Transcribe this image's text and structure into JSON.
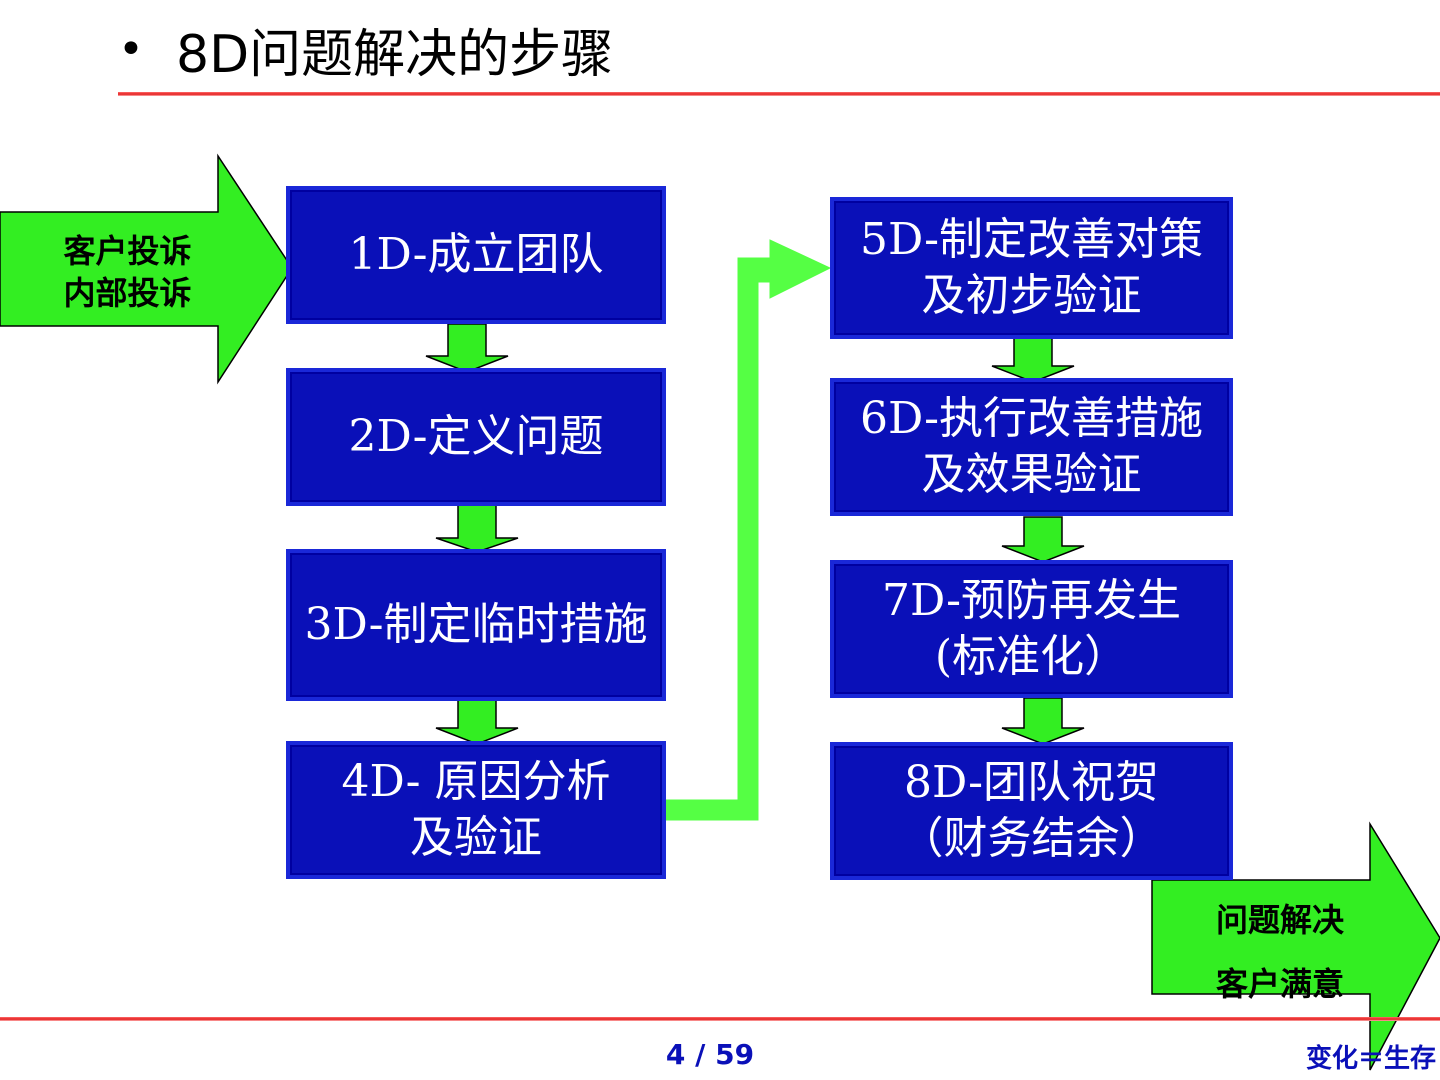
{
  "slide": {
    "title_bullet": "•",
    "title": "8D问题解决的步骤",
    "page_indicator": "4 / 59",
    "footer_right": "变化＝生存"
  },
  "inputs": {
    "label": "客户投诉\n内部投诉"
  },
  "outputs": {
    "label": "问题解决\n客户满意"
  },
  "steps": [
    {
      "id": "1D",
      "label": "1D-成立团队"
    },
    {
      "id": "2D",
      "label": "2D-定义问题"
    },
    {
      "id": "3D",
      "label": "3D-制定临时措施"
    },
    {
      "id": "4D",
      "label": "4D-  原因分析\n    及验证"
    },
    {
      "id": "5D",
      "label": "5D-制定改善对策\n及初步验证"
    },
    {
      "id": "6D",
      "label": "6D-执行改善措施\n及效果验证"
    },
    {
      "id": "7D",
      "label": "7D-预防再发生\n(标准化）"
    },
    {
      "id": "8D",
      "label": "8D-团队祝贺\n（财务结余）"
    }
  ],
  "colors": {
    "box_fill": "#0a10b8",
    "box_border": "#1a28d8",
    "arrow_green": "#33ee22",
    "connector_green": "#55ff44",
    "rule_red": "#e31e1e",
    "footer_blue": "#0a10b8"
  }
}
